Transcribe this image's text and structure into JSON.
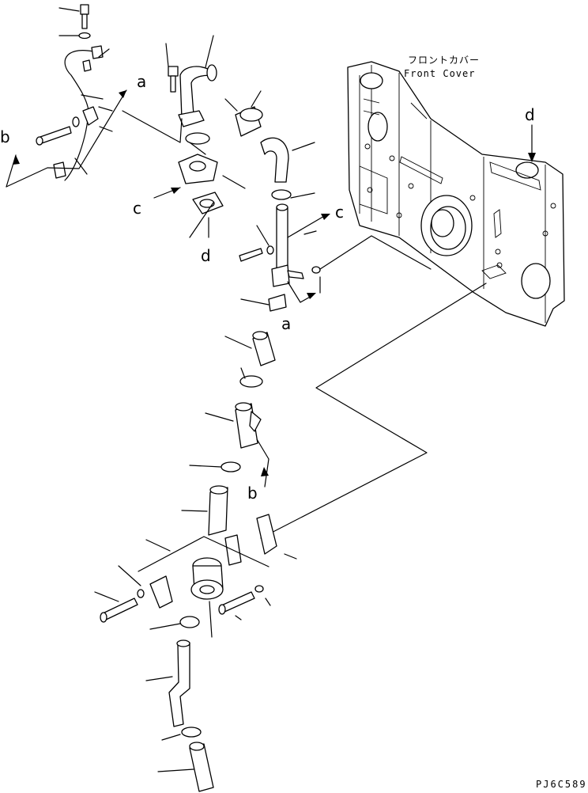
{
  "diagram": {
    "cover_label_jp": "フロントカバー",
    "cover_label_en": "Front Cover",
    "drawing_code": "PJ6C589",
    "ref_letters": {
      "a1": "a",
      "a2": "a",
      "b1": "b",
      "b2": "b",
      "c1": "c",
      "c2": "c",
      "d1": "d",
      "d2": "d"
    }
  }
}
